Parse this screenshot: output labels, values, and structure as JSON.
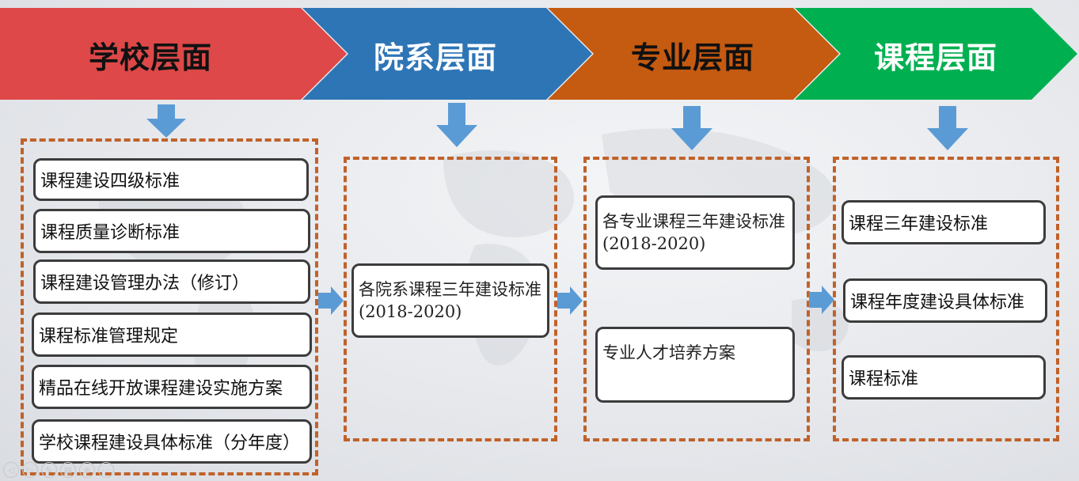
{
  "levels": [
    {
      "label": "学校层面",
      "color": "#de4848",
      "text_color": "#111111"
    },
    {
      "label": "院系层面",
      "color": "#2e75b6",
      "text_color": "#ffffff"
    },
    {
      "label": "专业层面",
      "color": "#c55a11",
      "text_color": "#111111"
    },
    {
      "label": "课程层面",
      "color": "#00b050",
      "text_color": "#ffffff"
    }
  ],
  "school_items": [
    "课程建设四级标准",
    "课程质量诊断标准",
    "课程建设管理办法（修订）",
    "课程标准管理规定",
    "精品在线开放课程建设实施方案",
    "学校课程建设具体标准（分年度）"
  ],
  "dept_items": [
    "各院系课程三年建设标准(2018-2020)"
  ],
  "major_items": [
    "各专业课程三年建设标准(2018-2020)",
    "专业人才培养方案"
  ],
  "course_items": [
    "课程三年建设标准",
    "课程年度建设具体标准",
    "课程标准"
  ],
  "colors": {
    "arrow": "#5b9bd5",
    "dashed_border": "#c0622a"
  },
  "nav_icons": [
    "prev-icon",
    "next-icon",
    "pen-icon",
    "slides-icon",
    "zoom-icon",
    "more-icon"
  ]
}
